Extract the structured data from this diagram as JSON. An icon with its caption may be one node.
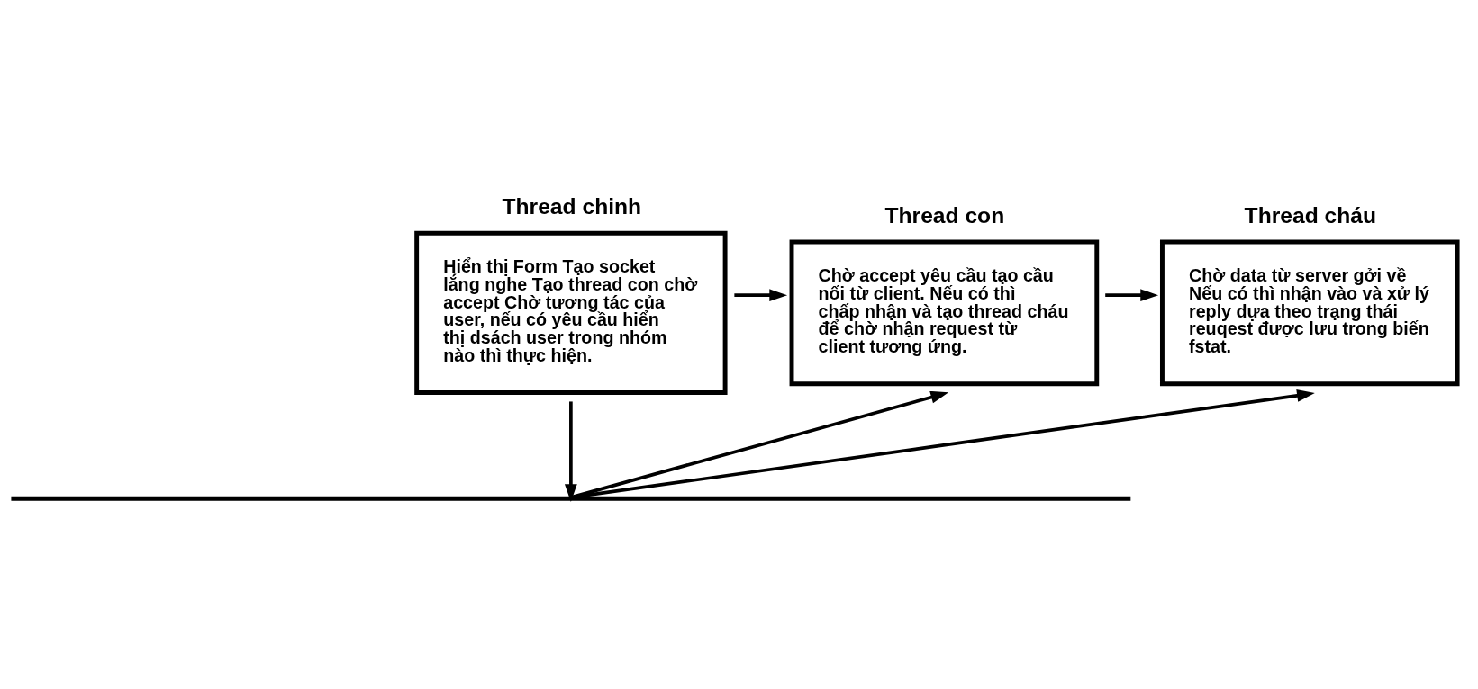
{
  "diagram": {
    "nodes": [
      {
        "text": [
          "Thread chinh",
          "Hiển thị Form Tạo socket lắng nghe Tạo thread con chờ accept Chờ tương tác của user, nếu có yêu cầu hiển thị dsách user trong nhóm nào thì thực hiện."
        ]
      },
      {
        "text": [
          "Thread con",
          "Chờ accept yêu cầu tạo cầu nối từ client. Nếu có thì chấp nhận và tạo thread cháu để chờ nhận request từ client tương ứng."
        ]
      },
      {
        "text": [
          "Thread cháu",
          "Chờ data từ server gởi về Nếu có thì nhận vào và xử lý reply dựa theo trạng thái reuqest được lưu trong biến fstat."
        ]
      },
      {
        "text": [],
        "shape": "bar"
      }
    ],
    "edges": [
      {
        "from": 0,
        "to": 1,
        "arrow": "to"
      },
      {
        "from": 1,
        "to": 2,
        "arrow": "to"
      },
      {
        "from": 0,
        "to": 3,
        "arrow": "to"
      },
      {
        "from": 3,
        "to": 1,
        "arrow": "to"
      },
      {
        "from": 3,
        "to": 2,
        "arrow": "to"
      }
    ]
  }
}
